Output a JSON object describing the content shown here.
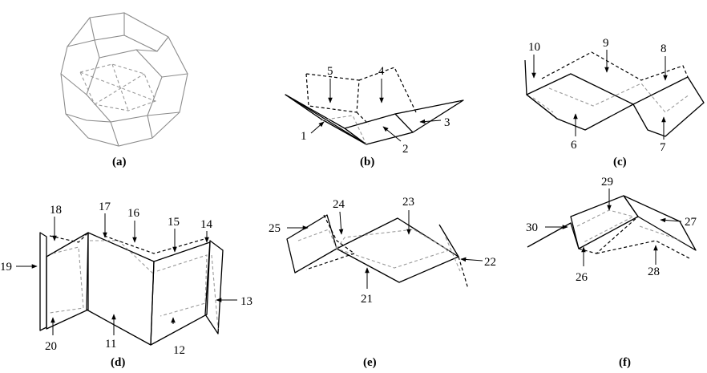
{
  "panels": [
    {
      "id": "a",
      "caption": "(a)",
      "labels": []
    },
    {
      "id": "b",
      "caption": "(b)",
      "labels": [
        "1",
        "2",
        "3",
        "4",
        "5"
      ]
    },
    {
      "id": "c",
      "caption": "(c)",
      "labels": [
        "6",
        "7",
        "8",
        "9",
        "10"
      ]
    },
    {
      "id": "d",
      "caption": "(d)",
      "labels": [
        "11",
        "12",
        "13",
        "14",
        "15",
        "16",
        "17",
        "18",
        "19",
        "20"
      ]
    },
    {
      "id": "e",
      "caption": "(e)",
      "labels": [
        "21",
        "22",
        "23",
        "24",
        "25"
      ]
    },
    {
      "id": "f",
      "caption": "(f)",
      "labels": [
        "26",
        "27",
        "28",
        "29",
        "30"
      ]
    }
  ]
}
